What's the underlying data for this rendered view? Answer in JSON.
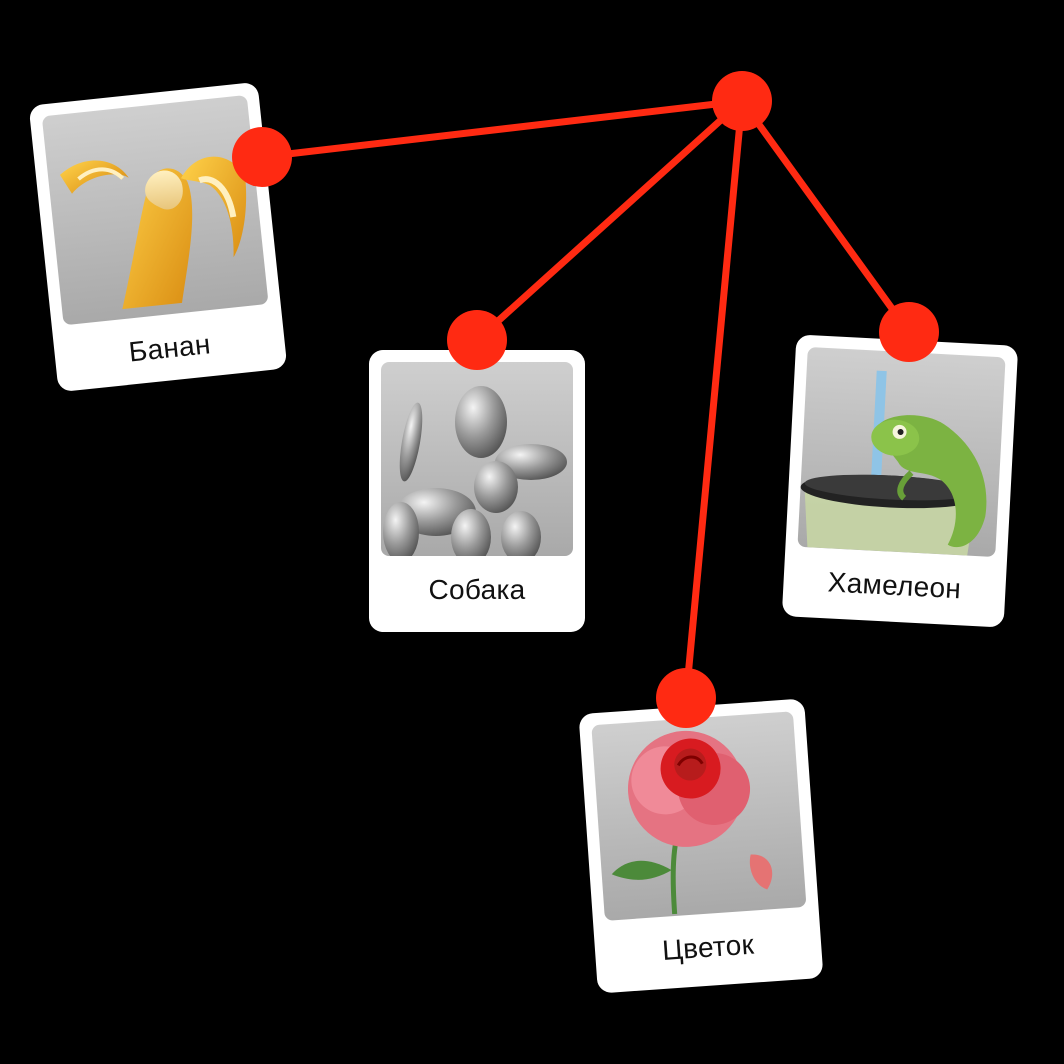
{
  "accent_color": "#ff2a12",
  "hub": {
    "icon": "hub-node"
  },
  "cards": [
    {
      "id": "banana",
      "label": "Банан",
      "icon": "banana-illustration"
    },
    {
      "id": "dog",
      "label": "Собака",
      "icon": "balloon-dog-illustration"
    },
    {
      "id": "chameleon",
      "label": "Хамелеон",
      "icon": "chameleon-cup-illustration"
    },
    {
      "id": "flower",
      "label": "Цветок",
      "icon": "rose-illustration"
    }
  ]
}
